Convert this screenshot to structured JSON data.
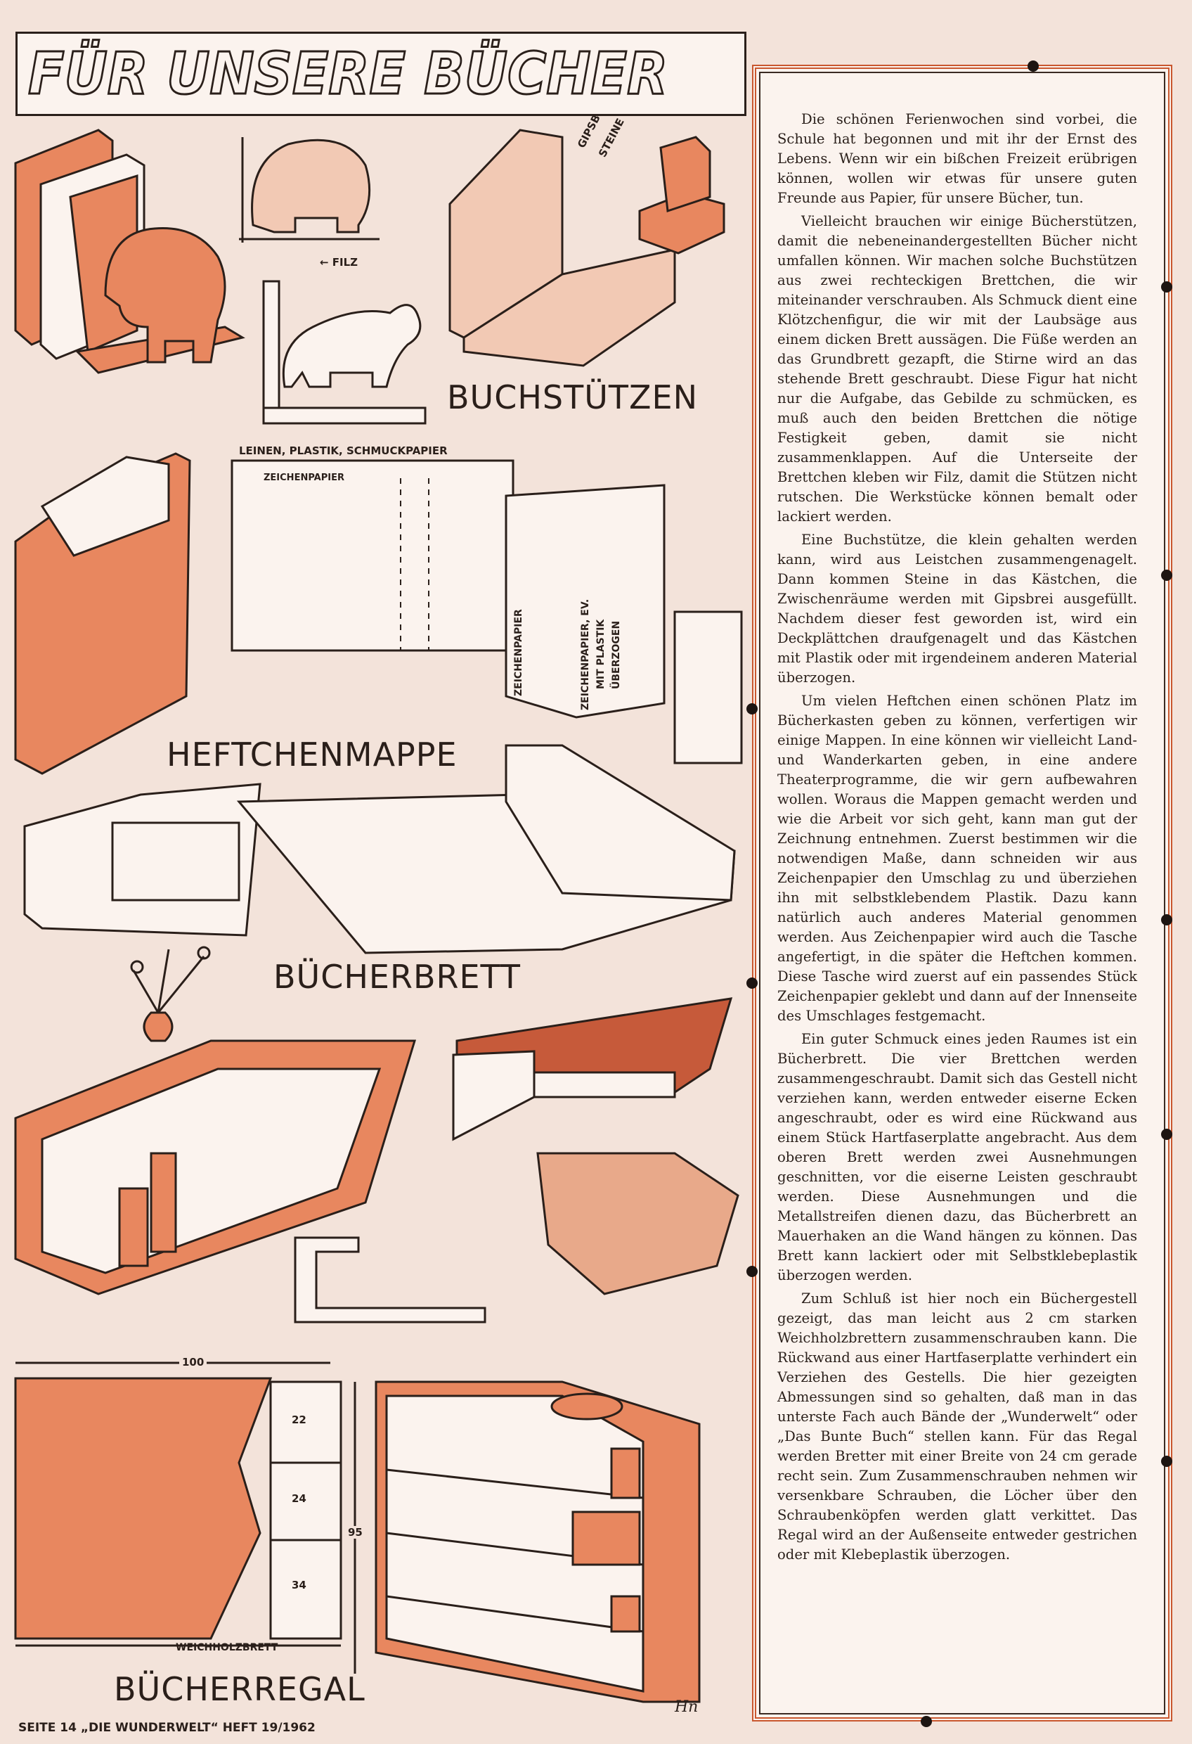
{
  "title": "FÜR UNSERE BÜCHER",
  "sections": {
    "bookends": "BUCHSTÜTZEN",
    "folder": "HEFTCHENMAPPE",
    "shelf": "BÜCHERBRETT",
    "bookcase": "BÜCHERREGAL"
  },
  "labels": {
    "felt": "← FILZ",
    "stones": "STEINE",
    "plaster": "GIPSBREI",
    "materials": "LEINEN, PLASTIK, SCHMUCKPAPIER",
    "drawing_paper": "ZEICHENPAPIER",
    "drawing_paper_vertical": "ZEICHENPAPIER",
    "pocket_1": "ZEICHENPAPIER, EV.",
    "pocket_2": "MIT PLASTIK",
    "pocket_3": "ÜBERZOGEN",
    "width_100": "100",
    "dim_22": "22",
    "dim_24": "24",
    "dim_34": "34",
    "height_95": "95",
    "softwood": "WEICHHOLZBRETT",
    "signature": "Hn"
  },
  "article": [
    "Die schönen Ferienwochen sind vorbei, die Schule hat begonnen und mit ihr der Ernst des Lebens. Wenn wir ein bißchen Freizeit erübrigen können, wollen wir etwas für unsere guten Freunde aus Papier, für unsere Bücher, tun.",
    "Vielleicht brauchen wir einige Bücherstützen, damit die nebeneinandergestellten Bücher nicht umfallen können. Wir machen solche Buchstützen aus zwei rechteckigen Brettchen, die wir miteinander verschrauben. Als Schmuck dient eine Klötzchenfigur, die wir mit der Laubsäge aus einem dicken Brett aussägen. Die Füße werden an das Grundbrett gezapft, die Stirne wird an das stehende Brett geschraubt. Diese Figur hat nicht nur die Aufgabe, das Gebilde zu schmücken, es muß auch den beiden Brettchen die nötige Festigkeit geben, damit sie nicht zusammenklappen. Auf die Unterseite der Brettchen kleben wir Filz, damit die Stützen nicht rutschen. Die Werkstücke können bemalt oder lackiert werden.",
    "Eine Buchstütze, die klein gehalten werden kann, wird aus Leistchen zusammengenagelt. Dann kommen Steine in das Kästchen, die Zwischenräume werden mit Gipsbrei ausgefüllt. Nachdem dieser fest geworden ist, wird ein Deckplättchen draufgenagelt und das Kästchen mit Plastik oder mit irgendeinem anderen Material überzogen.",
    "Um vielen Heftchen einen schönen Platz im Bücherkasten geben zu können, verfertigen wir einige Mappen. In eine können wir vielleicht Land- und Wanderkarten geben, in eine andere Theaterprogramme, die wir gern aufbewahren wollen. Woraus die Mappen gemacht werden und wie die Arbeit vor sich geht, kann man gut der Zeichnung entnehmen. Zuerst bestimmen wir die notwendigen Maße, dann schneiden wir aus Zeichenpapier den Umschlag zu und überziehen ihn mit selbstklebendem Plastik. Dazu kann natürlich auch anderes Material genommen werden. Aus Zeichenpapier wird auch die Tasche angefertigt, in die später die Heftchen kommen. Diese Tasche wird zuerst auf ein passendes Stück Zeichenpapier geklebt und dann auf der Innenseite des Umschlages festgemacht.",
    "Ein guter Schmuck eines jeden Raumes ist ein Bücherbrett. Die vier Brettchen werden zusammengeschraubt. Damit sich das Gestell nicht verziehen kann, werden entweder eiserne Ecken angeschraubt, oder es wird eine Rückwand aus einem Stück Hartfaserplatte angebracht. Aus dem oberen Brett werden zwei Ausnehmungen geschnitten, vor die eiserne Leisten geschraubt werden. Diese Ausnehmungen und die Metallstreifen dienen dazu, das Bücherbrett an Mauerhaken an die Wand hängen zu können. Das Brett kann lackiert oder mit Selbstklebeplastik überzogen werden.",
    "Zum Schluß ist hier noch ein Büchergestell gezeigt, das man leicht aus 2 cm starken Weichholzbrettern zusammenschrauben kann. Die Rückwand aus einer Hartfaserplatte verhindert ein Verziehen des Gestells. Die hier gezeigten Abmessungen sind so gehalten, daß man in das unterste Fach auch Bände der „Wunderwelt“ oder „Das Bunte Buch“ stellen kann. Für das Regal werden Bretter mit einer Breite von 24 cm gerade recht sein. Zum Zusammenschrauben nehmen wir versenkbare Schrauben, die Löcher über den Schraubenköpfen werden glatt verkittet. Das Regal wird an der Außenseite entweder gestrichen oder mit Klebeplastik überzogen."
  ],
  "footer": "SEITE 14  „DIE WUNDERWELT“ HEFT  19/1962",
  "colors": {
    "orange": "#e8875f",
    "ink": "#2a1f1a",
    "paper": "#f3e3da",
    "frame": "#c9572e"
  }
}
